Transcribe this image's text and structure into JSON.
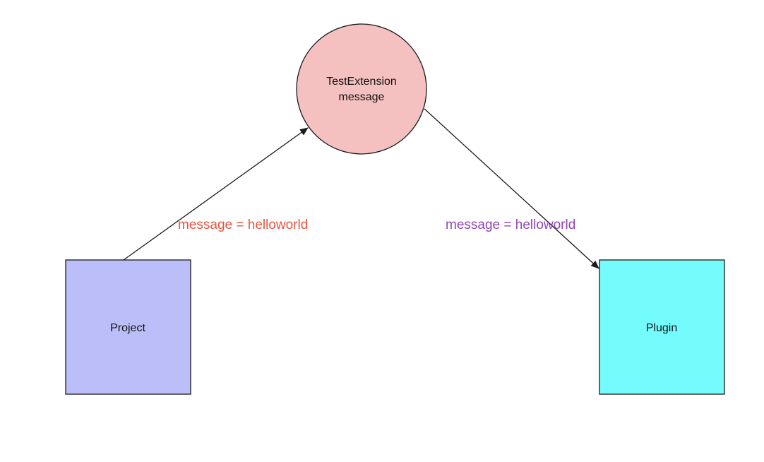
{
  "diagram": {
    "nodes": {
      "extension": {
        "label_line1": "TestExtension",
        "label_line2": "message",
        "fill": "#f4c0c0"
      },
      "project": {
        "label": "Project",
        "fill": "#bcbef9"
      },
      "plugin": {
        "label": "Plugin",
        "fill": "#74fcfd"
      }
    },
    "edges": {
      "project_to_extension": {
        "label": "message = helloworld",
        "color": "#e8553f"
      },
      "extension_to_plugin": {
        "label": "message = helloworld",
        "color": "#9244b4"
      }
    },
    "stroke_color": "#1a1a1a"
  }
}
